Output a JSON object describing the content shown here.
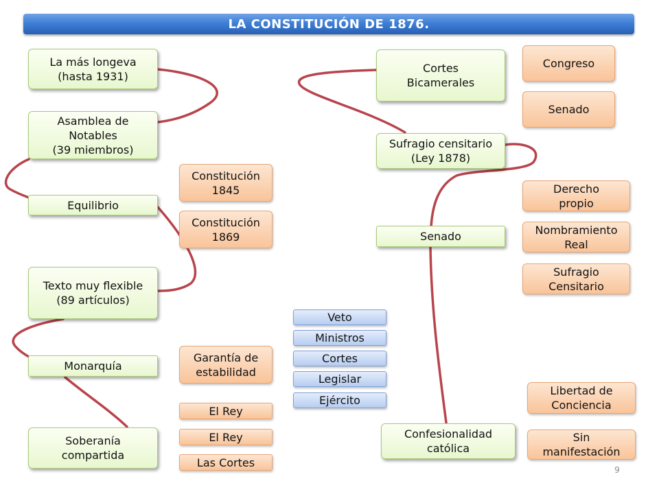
{
  "title": "LA CONSTITUCIÓN DE 1876.",
  "page_number": "9",
  "colors": {
    "title_bar": "#3f7fd6",
    "green_box": "#e8f7cf",
    "orange_box": "#f9c49a",
    "blue_box": "#b7cdf1",
    "connector": "#b8444c"
  },
  "left_column": {
    "longeva": "La más longeva\n(hasta 1931)",
    "asamblea": "Asamblea de\nNotables\n(39 miembros)",
    "equilibrio": "Equilibrio",
    "texto_flexible": "Texto muy flexible\n(89 artículos)",
    "monarquia": "Monarquía",
    "soberania": "Soberanía\ncompartida"
  },
  "left_notes": {
    "constitucion_1845": "Constitución\n1845",
    "constitucion_1869": "Constitución\n1869",
    "garantia": "Garantía de\nestabilidad",
    "el_rey_1": "El Rey",
    "el_rey_2": "El Rey",
    "las_cortes": "Las Cortes"
  },
  "king_powers": [
    "Veto",
    "Ministros",
    "Cortes",
    "Legislar",
    "Ejército"
  ],
  "right_column": {
    "cortes_bicamerales": "Cortes\nBicamerales",
    "sufragio": "Sufragio censitario\n(Ley 1878)",
    "senado": "Senado",
    "confesionalidad": "Confesionalidad\ncatólica"
  },
  "right_notes": {
    "congreso": "Congreso",
    "senado": "Senado",
    "derecho_propio": "Derecho\npropio",
    "nombramiento_real": "Nombramiento\nReal",
    "sufragio_censitario": "Sufragio\nCensitario",
    "libertad_conciencia": "Libertad de\nConciencia",
    "sin_manifestacion": "Sin\nmanifestación"
  }
}
